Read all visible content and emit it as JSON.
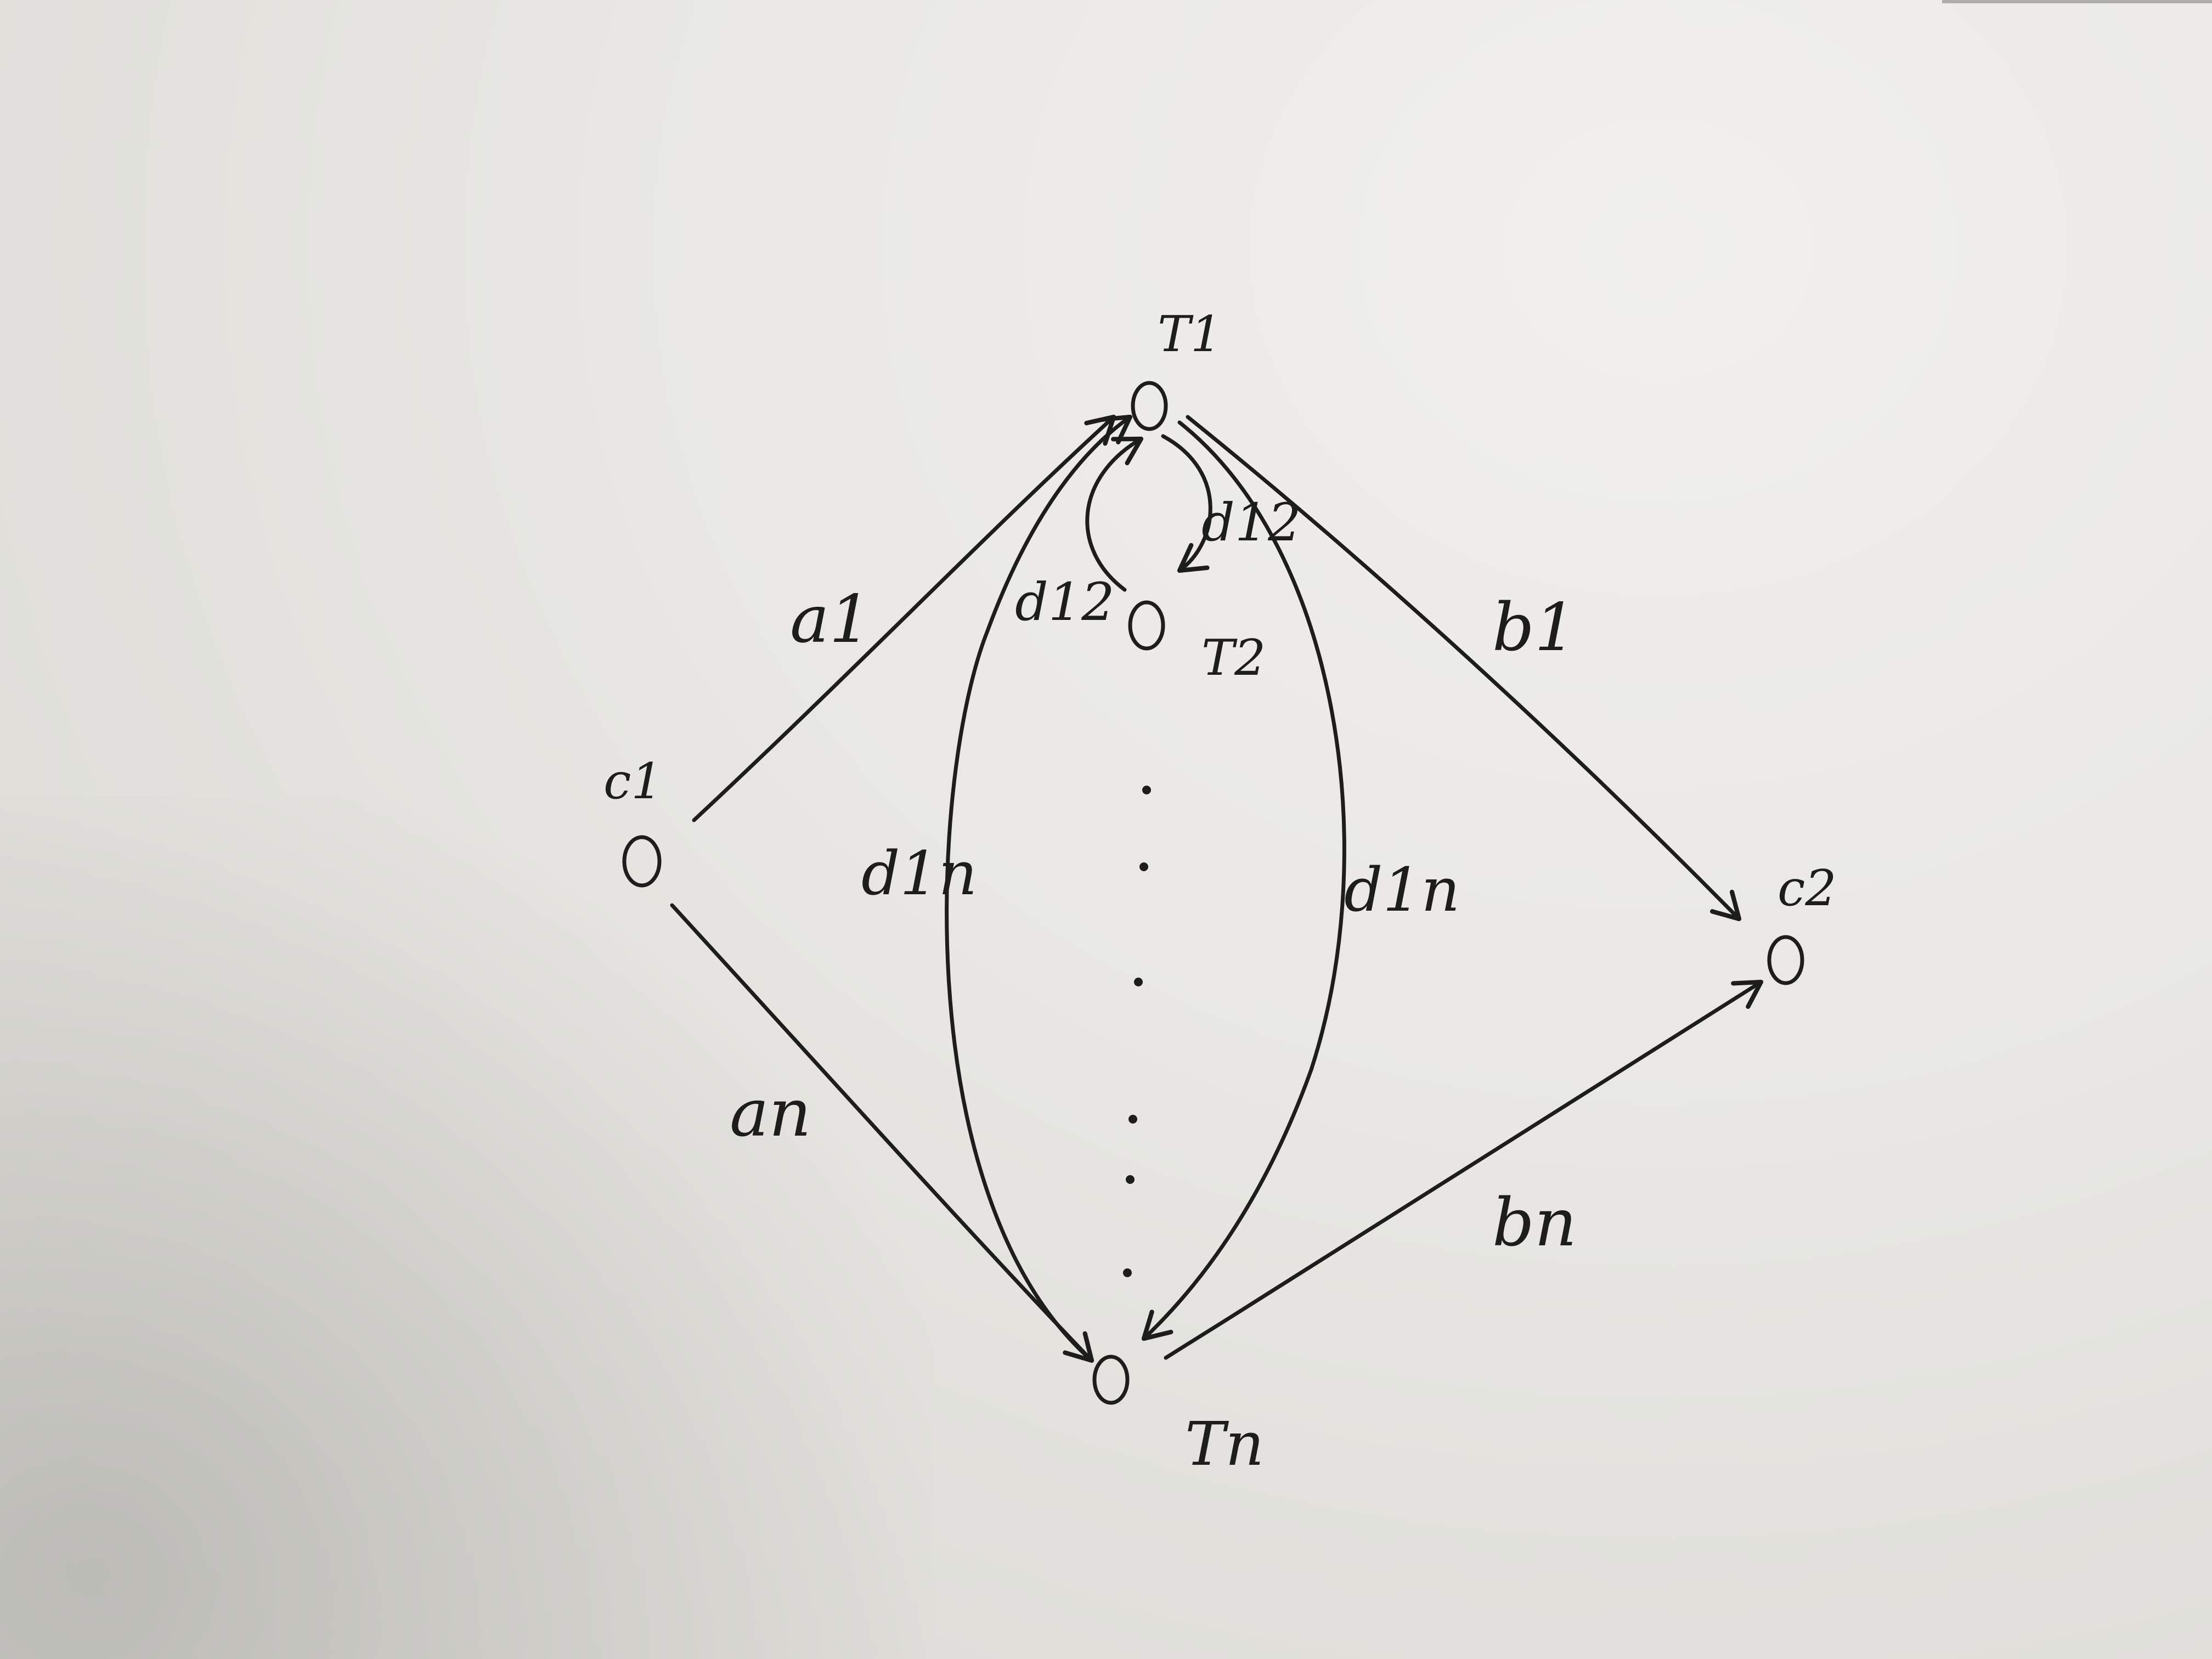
{
  "nodes": {
    "t1": "T1",
    "t2": "T2",
    "tn": "Tn",
    "c1": "c1",
    "c2": "c2"
  },
  "edges": {
    "a1": "a1",
    "an": "an",
    "b1": "b1",
    "bn": "bn",
    "d12_left": "d12",
    "d12_right": "d12",
    "d1n_left": "d1n",
    "d1n_right": "d1n"
  },
  "colors": {
    "ink": "#1d1d1b",
    "paper": "#e9e8e4"
  }
}
